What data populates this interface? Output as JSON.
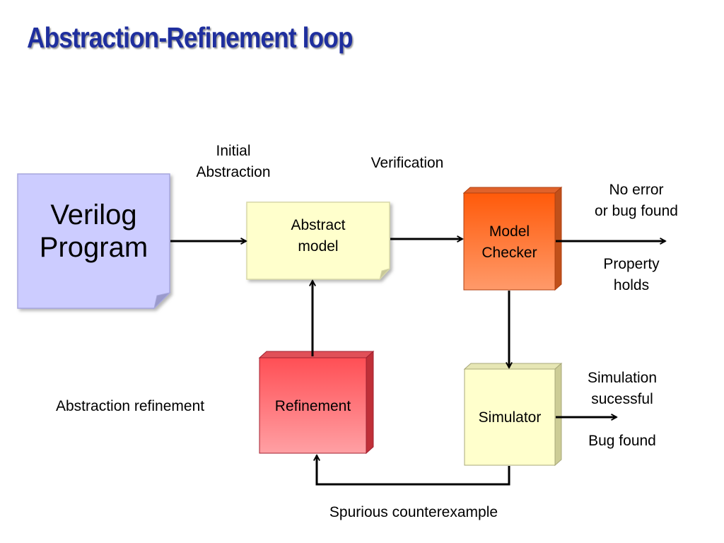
{
  "title": "Abstraction-Refinement loop",
  "nodes": {
    "verilog_program": "Verilog\nProgram",
    "abstract_model": "Abstract\nmodel",
    "model_checker": "Model\nChecker",
    "refinement": "Refinement",
    "simulator": "Simulator"
  },
  "edge_labels": {
    "initial_abstraction": "Initial\nAbstraction",
    "verification": "Verification",
    "no_error": "No error\nor bug found",
    "property_holds": "Property\nholds",
    "simulation_successful": "Simulation\nsucessful",
    "bug_found": "Bug found",
    "abstraction_refinement": "Abstraction refinement",
    "spurious_counterexample": "Spurious counterexample"
  },
  "colors": {
    "title": "#1f2f9e",
    "verilog_fill": "#ccccff",
    "abstract_fill": "#ffffcc",
    "model_checker_fill": "#ff6a1a",
    "refinement_fill": "#ff6f75",
    "simulator_fill": "#ffffcc"
  }
}
